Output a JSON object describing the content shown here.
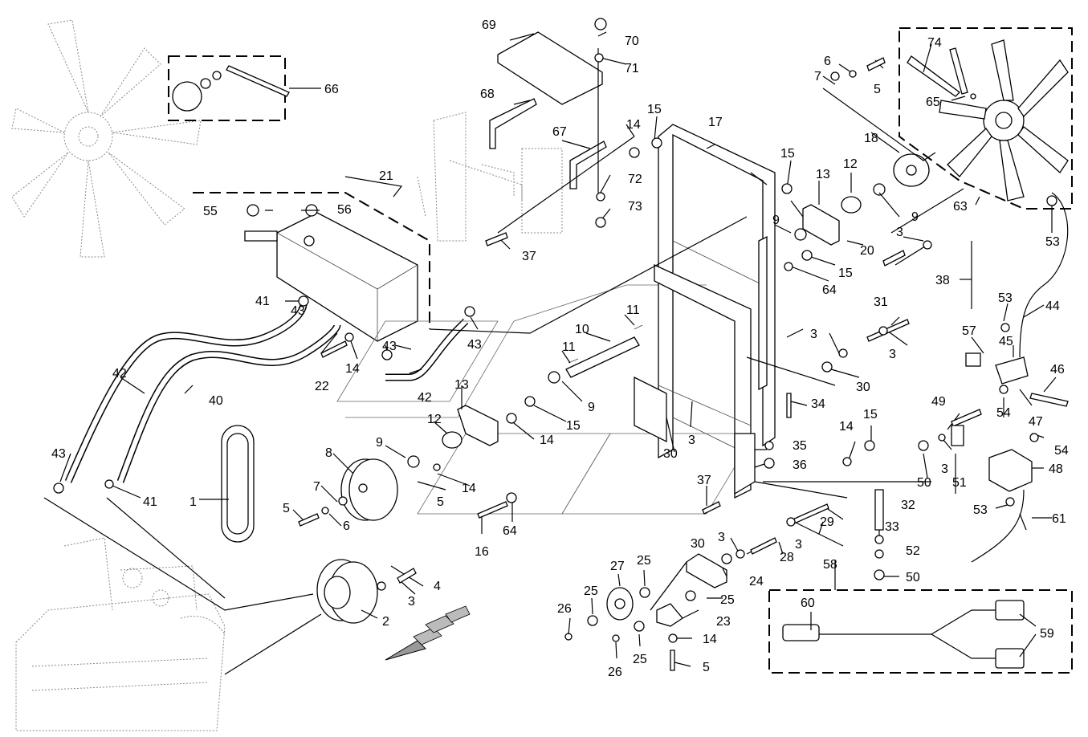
{
  "callouts": [
    "1",
    "2",
    "3",
    "4",
    "5",
    "6",
    "7",
    "8",
    "9",
    "10",
    "11",
    "12",
    "13",
    "14",
    "15",
    "16",
    "17",
    "18",
    "20",
    "21",
    "22",
    "23",
    "24",
    "25",
    "26",
    "27",
    "28",
    "29",
    "30",
    "31",
    "32",
    "33",
    "34",
    "35",
    "36",
    "37",
    "38",
    "40",
    "41",
    "42",
    "43",
    "44",
    "45",
    "46",
    "47",
    "48",
    "49",
    "50",
    "51",
    "52",
    "53",
    "54",
    "55",
    "56",
    "57",
    "58",
    "59",
    "60",
    "61",
    "63",
    "64",
    "65",
    "66",
    "67",
    "68",
    "69",
    "70",
    "71",
    "72",
    "73",
    "74"
  ]
}
